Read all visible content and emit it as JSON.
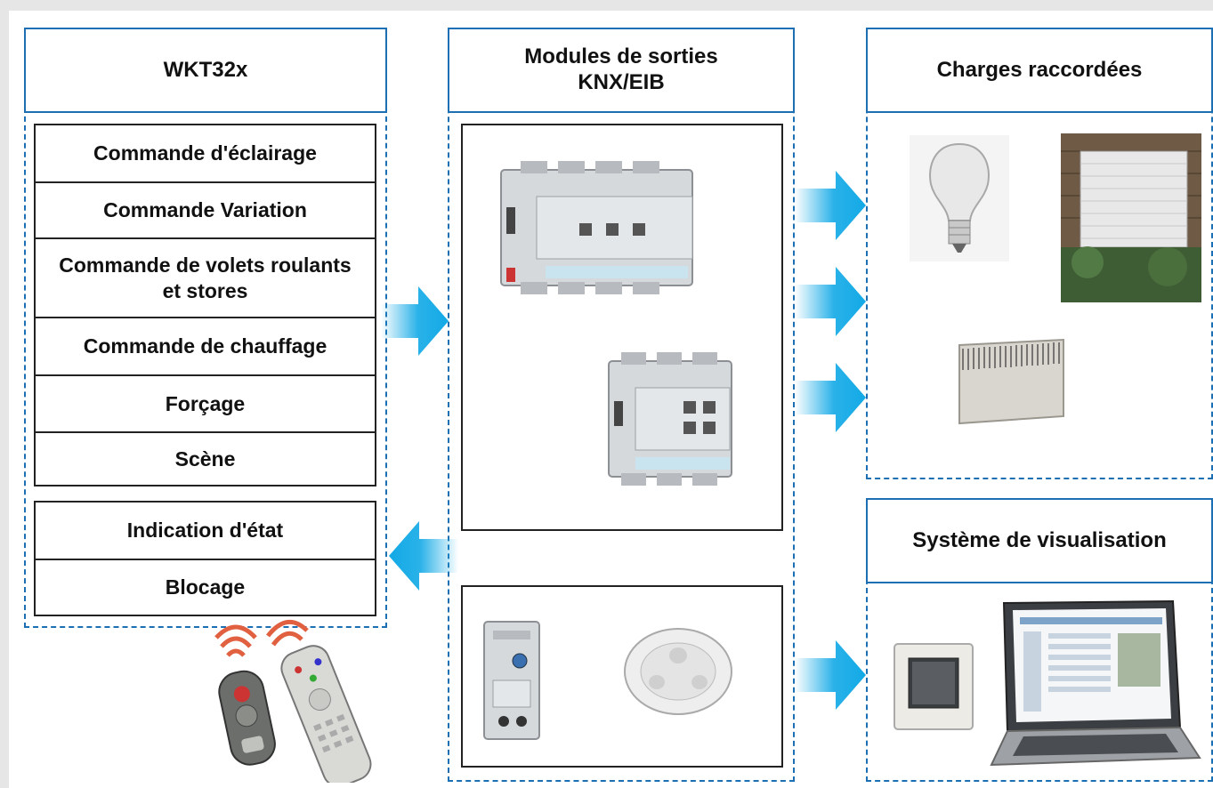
{
  "columns": {
    "wkt": {
      "title": "WKT32x",
      "functions": [
        "Commande d'éclairage",
        "Commande Variation",
        "Commande de volets roulants et stores",
        "Commande de chauffage",
        "Forçage",
        "Scène"
      ],
      "status": [
        "Indication d'état",
        "Blocage"
      ]
    },
    "modules": {
      "title": "Modules de sorties KNX/EIB"
    },
    "charges": {
      "title": "Charges raccordées"
    },
    "visual": {
      "title": "Système de visualisation"
    }
  },
  "colors": {
    "border_blue": "#1b6fb2",
    "arrow_cyan": "#12a9e6",
    "background_grey": "#e6e6e6"
  },
  "icons": [
    "switch-actuator-module-icon",
    "blind-actuator-module-icon",
    "light-bulb-icon",
    "roller-shutter-icon",
    "electric-radiator-icon",
    "dimmer-module-icon",
    "presence-detector-icon",
    "touch-panel-icon",
    "laptop-icon",
    "remote-control-icon"
  ]
}
